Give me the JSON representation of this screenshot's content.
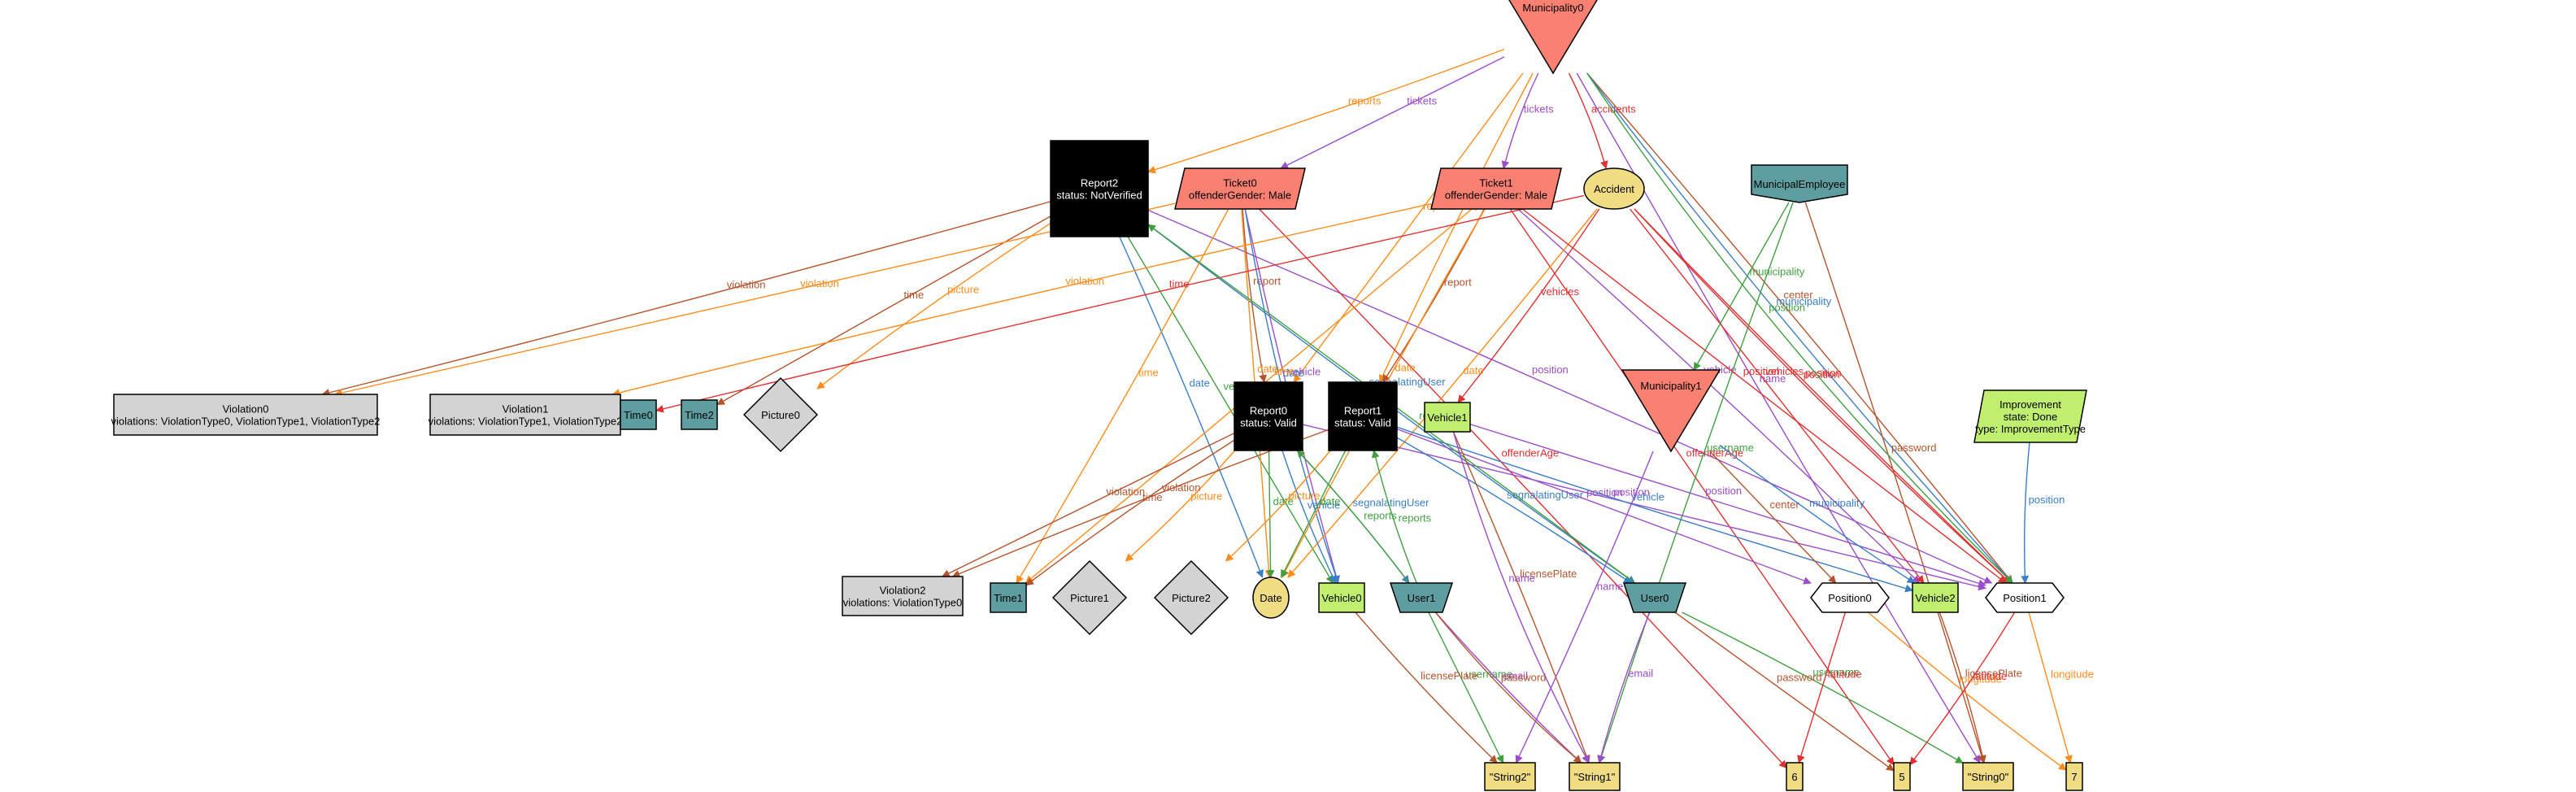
{
  "nodes": [
    {
      "id": "Municipality0",
      "shape": "triangle",
      "fill": "#fa8072",
      "lines": [
        "Municipality0"
      ]
    },
    {
      "id": "Municipality1",
      "shape": "triangle",
      "fill": "#fa8072",
      "lines": [
        "Municipality1"
      ]
    },
    {
      "id": "Report2",
      "shape": "rect",
      "fill": "#000000",
      "text": "#ffffff",
      "lines": [
        "Report2",
        "status: NotVerified"
      ]
    },
    {
      "id": "Report0",
      "shape": "rect",
      "fill": "#000000",
      "text": "#ffffff",
      "lines": [
        "Report0",
        "status: Valid"
      ]
    },
    {
      "id": "Report1",
      "shape": "rect",
      "fill": "#000000",
      "text": "#ffffff",
      "lines": [
        "Report1",
        "status: Valid"
      ]
    },
    {
      "id": "Ticket0",
      "shape": "para",
      "fill": "#fa8072",
      "lines": [
        "Ticket0",
        "offenderGender: Male"
      ]
    },
    {
      "id": "Ticket1",
      "shape": "para",
      "fill": "#fa8072",
      "lines": [
        "Ticket1",
        "offenderGender: Male"
      ]
    },
    {
      "id": "Accident",
      "shape": "ellipse",
      "fill": "#f0dc82",
      "lines": [
        "Accident"
      ]
    },
    {
      "id": "MunicipalEmployee",
      "shape": "house",
      "fill": "#5f9ea0",
      "lines": [
        "MunicipalEmployee"
      ]
    },
    {
      "id": "Violation0",
      "shape": "rect",
      "fill": "#d3d3d3",
      "lines": [
        "Violation0",
        "violations: ViolationType0, ViolationType1, ViolationType2"
      ]
    },
    {
      "id": "Violation1",
      "shape": "rect",
      "fill": "#d3d3d3",
      "lines": [
        "Violation1",
        "violations: ViolationType1, ViolationType2"
      ]
    },
    {
      "id": "Violation2",
      "shape": "rect",
      "fill": "#d3d3d3",
      "lines": [
        "Violation2",
        "violations: ViolationType0"
      ]
    },
    {
      "id": "Time0",
      "shape": "rect",
      "fill": "#5f9ea0",
      "lines": [
        "Time0"
      ]
    },
    {
      "id": "Time2",
      "shape": "rect",
      "fill": "#5f9ea0",
      "lines": [
        "Time2"
      ]
    },
    {
      "id": "Time1",
      "shape": "rect",
      "fill": "#5f9ea0",
      "lines": [
        "Time1"
      ]
    },
    {
      "id": "Picture0",
      "shape": "diamond",
      "fill": "#d3d3d3",
      "lines": [
        "Picture0"
      ]
    },
    {
      "id": "Picture1",
      "shape": "diamond",
      "fill": "#d3d3d3",
      "lines": [
        "Picture1"
      ]
    },
    {
      "id": "Picture2",
      "shape": "diamond",
      "fill": "#d3d3d3",
      "lines": [
        "Picture2"
      ]
    },
    {
      "id": "Date",
      "shape": "ellipse",
      "fill": "#f0dc82",
      "lines": [
        "Date"
      ]
    },
    {
      "id": "Vehicle0",
      "shape": "rect",
      "fill": "#c0ee6e",
      "lines": [
        "Vehicle0"
      ]
    },
    {
      "id": "Vehicle1",
      "shape": "rect",
      "fill": "#c0ee6e",
      "lines": [
        "Vehicle1"
      ]
    },
    {
      "id": "Vehicle2",
      "shape": "rect",
      "fill": "#c0ee6e",
      "lines": [
        "Vehicle2"
      ]
    },
    {
      "id": "User1",
      "shape": "trap",
      "fill": "#5f9ea0",
      "lines": [
        "User1"
      ]
    },
    {
      "id": "User0",
      "shape": "trap",
      "fill": "#5f9ea0",
      "lines": [
        "User0"
      ]
    },
    {
      "id": "Position0",
      "shape": "hexagon",
      "fill": "#ffffff",
      "lines": [
        "Position0"
      ]
    },
    {
      "id": "Position1",
      "shape": "hexagon",
      "fill": "#ffffff",
      "lines": [
        "Position1"
      ]
    },
    {
      "id": "Improvement",
      "shape": "para",
      "fill": "#c0ee6e",
      "lines": [
        "Improvement",
        "state: Done",
        "type: ImprovementType"
      ]
    },
    {
      "id": "String2",
      "shape": "rect",
      "fill": "#f0dc82",
      "lines": [
        "\"String2\""
      ]
    },
    {
      "id": "String1",
      "shape": "rect",
      "fill": "#f0dc82",
      "lines": [
        "\"String1\""
      ]
    },
    {
      "id": "String0",
      "shape": "rect",
      "fill": "#f0dc82",
      "lines": [
        "\"String0\""
      ]
    },
    {
      "id": "Int6",
      "shape": "rect",
      "fill": "#f0dc82",
      "lines": [
        "6"
      ]
    },
    {
      "id": "Int5",
      "shape": "rect",
      "fill": "#f0dc82",
      "lines": [
        "5"
      ]
    },
    {
      "id": "Int7",
      "shape": "rect",
      "fill": "#f0dc82",
      "lines": [
        "7"
      ]
    }
  ],
  "edges": [
    {
      "from": "Municipality0",
      "to": "Report2",
      "label": "reports",
      "color": "#ff8c1a"
    },
    {
      "from": "Municipality0",
      "to": "Ticket0",
      "label": "tickets",
      "color": "#9b4dca"
    },
    {
      "from": "Municipality0",
      "to": "Ticket1",
      "label": "tickets",
      "color": "#9b4dca"
    },
    {
      "from": "Municipality0",
      "to": "Accident",
      "label": "accidents",
      "color": "#e03030"
    },
    {
      "from": "Municipality0",
      "to": "Report0",
      "label": "reports",
      "color": "#ff8c1a"
    },
    {
      "from": "Municipality0",
      "to": "Report1",
      "label": "reports",
      "color": "#ff8c1a"
    },
    {
      "from": "Municipality0",
      "to": "Position1",
      "label": "center",
      "color": "#b5542c"
    },
    {
      "from": "Municipality0",
      "to": "Position1",
      "label": "municipality",
      "color": "#3a7dc9"
    },
    {
      "from": "Municipality0",
      "to": "String0",
      "label": "name",
      "color": "#9b4dca"
    },
    {
      "from": "Report2",
      "to": "Violation0",
      "label": "violation",
      "color": "#b5542c"
    },
    {
      "from": "Report2",
      "to": "Time2",
      "label": "time",
      "color": "#b5542c"
    },
    {
      "from": "Report2",
      "to": "Picture0",
      "label": "picture",
      "color": "#ff8c1a"
    },
    {
      "from": "Report2",
      "to": "Date",
      "label": "date",
      "color": "#3a7dc9"
    },
    {
      "from": "Report2",
      "to": "Vehicle0",
      "label": "vehicle",
      "color": "#40a040"
    },
    {
      "from": "Report2",
      "to": "User0",
      "label": "segnalatingUser",
      "color": "#3a7dc9"
    },
    {
      "from": "Report2",
      "to": "Position1",
      "label": "position",
      "color": "#9b4dca"
    },
    {
      "from": "Ticket0",
      "to": "Violation0",
      "label": "violation",
      "color": "#ff8c1a"
    },
    {
      "from": "Ticket0",
      "to": "Report0",
      "label": "report",
      "color": "#b5542c"
    },
    {
      "from": "Ticket0",
      "to": "Time1",
      "label": "time",
      "color": "#ff8c1a"
    },
    {
      "from": "Ticket0",
      "to": "Date",
      "label": "date",
      "color": "#ff8c1a"
    },
    {
      "from": "Ticket0",
      "to": "Vehicle0",
      "label": "vehicle",
      "color": "#9b4dca"
    },
    {
      "from": "Ticket0",
      "to": "Int6",
      "label": "offenderAge",
      "color": "#e03030"
    },
    {
      "from": "Ticket0",
      "to": "Vehicle0",
      "label": "date",
      "color": "#3a7dc9"
    },
    {
      "from": "Ticket1",
      "to": "Violation1",
      "label": "violation",
      "color": "#ff8c1a"
    },
    {
      "from": "Ticket1",
      "to": "Report1",
      "label": "report",
      "color": "#b5542c"
    },
    {
      "from": "Ticket1",
      "to": "Time1",
      "label": "time",
      "color": "#ff8c1a"
    },
    {
      "from": "Ticket1",
      "to": "Date",
      "label": "date",
      "color": "#ff8c1a"
    },
    {
      "from": "Ticket1",
      "to": "Vehicle2",
      "label": "vehicle",
      "color": "#9b4dca"
    },
    {
      "from": "Ticket1",
      "to": "Int5",
      "label": "offenderAge",
      "color": "#e03030"
    },
    {
      "from": "Accident",
      "to": "Time0",
      "label": "time",
      "color": "#e03030"
    },
    {
      "from": "Accident",
      "to": "Vehicle1",
      "label": "vehicles",
      "color": "#e03030"
    },
    {
      "from": "Accident",
      "to": "Vehicle2",
      "label": "vehicles",
      "color": "#e03030"
    },
    {
      "from": "Accident",
      "to": "Position1",
      "label": "position",
      "color": "#e03030"
    },
    {
      "from": "Accident",
      "to": "Date",
      "label": "date",
      "color": "#ff8c1a"
    },
    {
      "from": "MunicipalEmployee",
      "to": "Municipality1",
      "label": "municipality",
      "color": "#40a040"
    },
    {
      "from": "MunicipalEmployee",
      "to": "String1",
      "label": "username",
      "color": "#40a040"
    },
    {
      "from": "MunicipalEmployee",
      "to": "String0",
      "label": "password",
      "color": "#b5542c"
    },
    {
      "from": "Report0",
      "to": "Violation2",
      "label": "violation",
      "color": "#b5542c"
    },
    {
      "from": "Report0",
      "to": "Time1",
      "label": "time",
      "color": "#b5542c"
    },
    {
      "from": "Report0",
      "to": "Picture1",
      "label": "picture",
      "color": "#ff8c1a"
    },
    {
      "from": "Report0",
      "to": "Date",
      "label": "date",
      "color": "#40a040"
    },
    {
      "from": "Report0",
      "to": "Vehicle0",
      "label": "vehicle",
      "color": "#3a7dc9"
    },
    {
      "from": "Report0",
      "to": "User1",
      "label": "segnalatingUser",
      "color": "#3a7dc9"
    },
    {
      "from": "Report0",
      "to": "Position1",
      "label": "position",
      "color": "#9b4dca"
    },
    {
      "from": "Report1",
      "to": "Violation2",
      "label": "violation",
      "color": "#b5542c"
    },
    {
      "from": "Report1",
      "to": "Picture2",
      "label": "picture",
      "color": "#ff8c1a"
    },
    {
      "from": "Report1",
      "to": "Date",
      "label": "date",
      "color": "#40a040"
    },
    {
      "from": "Report1",
      "to": "Vehicle2",
      "label": "vehicle",
      "color": "#3a7dc9"
    },
    {
      "from": "Report1",
      "to": "User0",
      "label": "segnalatingUser",
      "color": "#3a7dc9"
    },
    {
      "from": "Report1",
      "to": "Position0",
      "label": "position",
      "color": "#9b4dca"
    },
    {
      "from": "User1",
      "to": "Report0",
      "label": "reports",
      "color": "#40a040"
    },
    {
      "from": "User1",
      "to": "Report1",
      "label": "reports",
      "color": "#40a040"
    },
    {
      "from": "User1",
      "to": "String2",
      "label": "username",
      "color": "#40a040"
    },
    {
      "from": "User1",
      "to": "String1",
      "label": "email",
      "color": "#9b4dca"
    },
    {
      "from": "User1",
      "to": "String1",
      "label": "password",
      "color": "#b5542c"
    },
    {
      "from": "User0",
      "to": "Report2",
      "label": "reports",
      "color": "#40a040"
    },
    {
      "from": "User0",
      "to": "String1",
      "label": "email",
      "color": "#9b4dca"
    },
    {
      "from": "User0",
      "to": "String0",
      "label": "username",
      "color": "#40a040"
    },
    {
      "from": "User0",
      "to": "Int5",
      "label": "password",
      "color": "#b5542c"
    },
    {
      "from": "Vehicle0",
      "to": "String2",
      "label": "licensePlate",
      "color": "#b5542c"
    },
    {
      "from": "Vehicle1",
      "to": "String1",
      "label": "licensePlate",
      "color": "#b5542c"
    },
    {
      "from": "Vehicle1",
      "to": "Position1",
      "label": "position",
      "color": "#9b4dca"
    },
    {
      "from": "Vehicle1",
      "to": "String1",
      "label": "name",
      "color": "#9b4dca"
    },
    {
      "from": "Vehicle2",
      "to": "String0",
      "label": "licensePlate",
      "color": "#b5542c"
    },
    {
      "from": "Municipality1",
      "to": "Position0",
      "label": "center",
      "color": "#b5542c"
    },
    {
      "from": "Municipality1",
      "to": "Vehicle2",
      "label": "municipality",
      "color": "#3a7dc9"
    },
    {
      "from": "Municipality1",
      "to": "String2",
      "label": "name",
      "color": "#9b4dca"
    },
    {
      "from": "Position0",
      "to": "Int6",
      "label": "latitude",
      "color": "#e03030"
    },
    {
      "from": "Position0",
      "to": "Int7",
      "label": "longitude",
      "color": "#ff8c1a"
    },
    {
      "from": "Position1",
      "to": "Int5",
      "label": "latitude",
      "color": "#e03030"
    },
    {
      "from": "Position1",
      "to": "Int7",
      "label": "longitude",
      "color": "#ff8c1a"
    },
    {
      "from": "Improvement",
      "to": "Position1",
      "label": "position",
      "color": "#3a7dc9"
    },
    {
      "from": "Accident",
      "to": "Position1",
      "label": "position",
      "color": "#e03030"
    },
    {
      "from": "Ticket1",
      "to": "Position1",
      "label": "position",
      "color": "#e03030"
    },
    {
      "from": "Municipality0",
      "to": "Position1",
      "label": "position",
      "color": "#40a040"
    }
  ]
}
